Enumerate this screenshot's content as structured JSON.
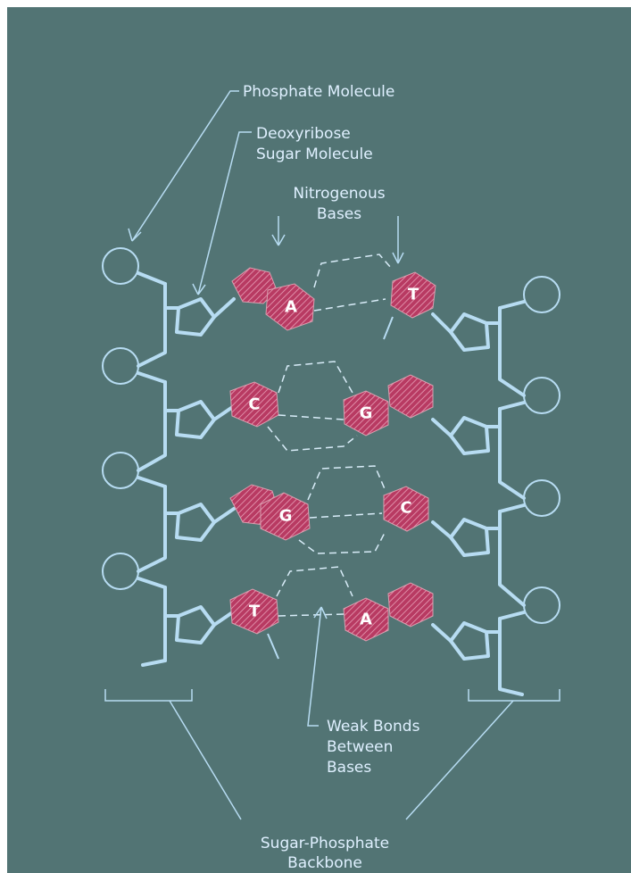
{
  "labels": {
    "phosphate": "Phosphate Molecule",
    "deoxyribose_line1": "Deoxyribose",
    "deoxyribose_line2": "Sugar Molecule",
    "nitrogenous_line1": "Nitrogenous",
    "nitrogenous_line2": "Bases",
    "weak_line1": "Weak Bonds",
    "weak_line2": "Between",
    "weak_line3": "Bases",
    "backbone_line1": "Sugar-Phosphate",
    "backbone_line2": "Backbone"
  },
  "base_pairs": [
    {
      "left": "A",
      "right": "T"
    },
    {
      "left": "C",
      "right": "G"
    },
    {
      "left": "G",
      "right": "C"
    },
    {
      "left": "T",
      "right": "A"
    }
  ],
  "colors": {
    "background": "#527474",
    "structure": "#b7dcf2",
    "base_fill": "#b83a62",
    "base_hatch": "#e8a0b8",
    "bond_dash": "#d8ecf8",
    "label": "#dff0ff"
  }
}
